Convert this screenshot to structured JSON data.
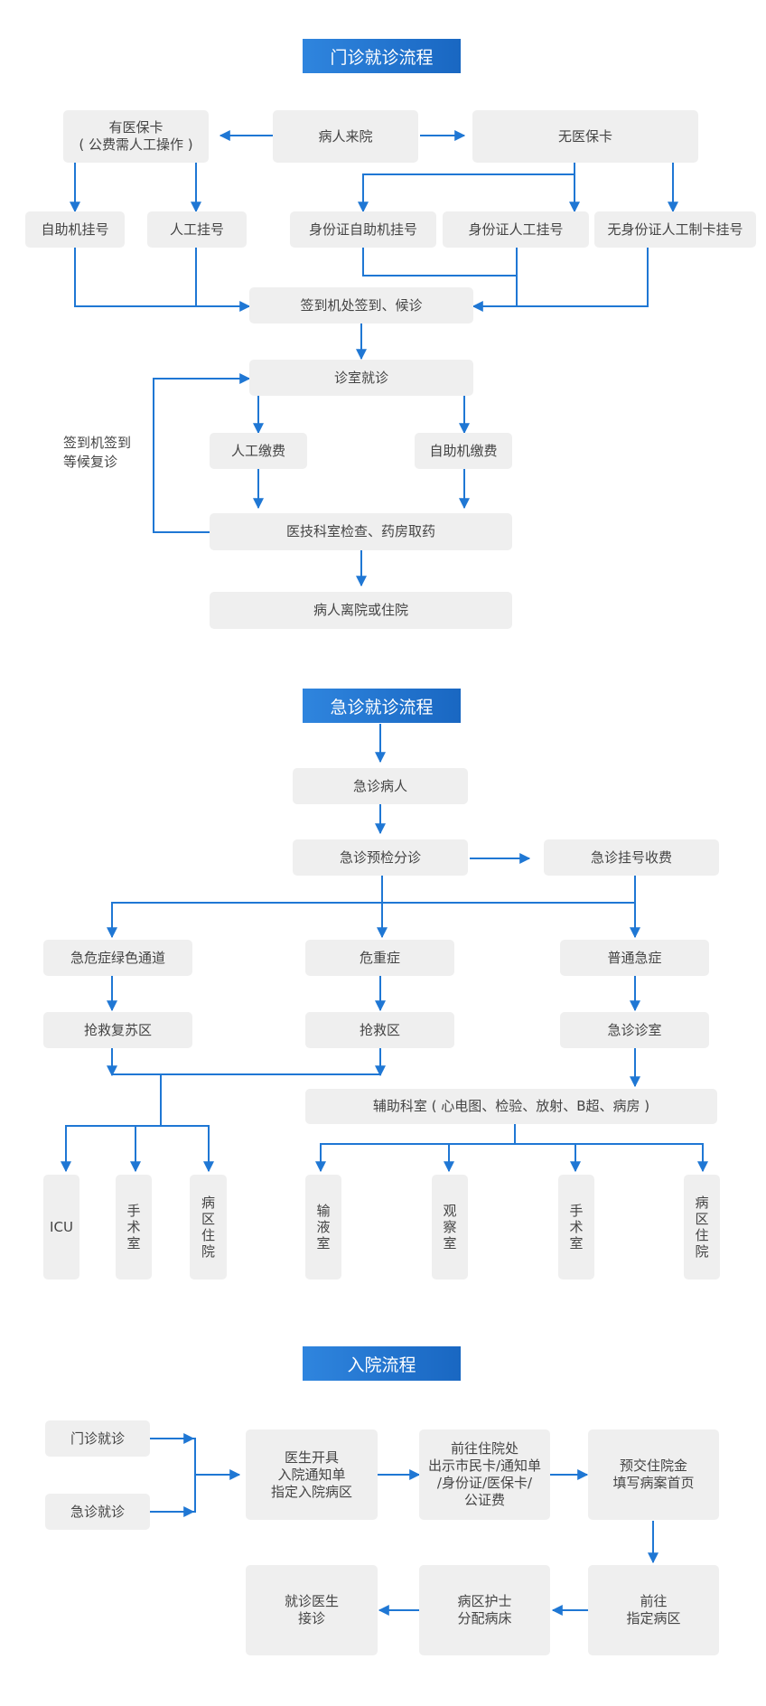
{
  "outpatient": {
    "title": "门诊就诊流程",
    "insured": [
      "有医保卡",
      "( 公费需人工操作 )"
    ],
    "arrive": "病人来院",
    "no_card": "无医保卡",
    "self_reg": "自助机挂号",
    "manual_reg": "人工挂号",
    "id_self_reg": "身份证自助机挂号",
    "id_manual_reg": "身份证人工挂号",
    "no_id_reg": "无身份证人工制卡挂号",
    "checkin": "签到机处签到、候诊",
    "consult": "诊室就诊",
    "manual_pay": "人工缴费",
    "self_pay": "自助机缴费",
    "exam": "医技科室检查、药房取药",
    "leave": "病人离院或住院",
    "revisit_note": [
      "签到机签到",
      "等候复诊"
    ]
  },
  "emergency": {
    "title": "急诊就诊流程",
    "patient": "急诊病人",
    "triage": "急诊预检分诊",
    "reg_fee": "急诊挂号收费",
    "green": "急危症绿色通道",
    "critical": "危重症",
    "general": "普通急症",
    "resus": "抢救复苏区",
    "rescue": "抢救区",
    "er_room": "急诊诊室",
    "aux": "辅助科室 ( 心电图、检验、放射、B超、病房 )",
    "icu": "ICU",
    "surgery1": "手术室",
    "ward1": "病区住院",
    "infusion": "输液室",
    "observe": "观察室",
    "surgery2": "手术室",
    "ward2": "病区住院"
  },
  "admission": {
    "title": "入院流程",
    "outpatient": "门诊就诊",
    "emergency": "急诊就诊",
    "doctor": [
      "医生开具",
      "入院通知单",
      "指定入院病区"
    ],
    "office": [
      "前往住院处",
      "出示市民卡/通知单",
      "/身份证/医保卡/",
      "公证费"
    ],
    "deposit": [
      "预交住院金",
      "填写病案首页"
    ],
    "goto_ward": [
      "前往",
      "指定病区"
    ],
    "nurse": [
      "病区护士",
      "分配病床"
    ],
    "visit": [
      "就诊医生",
      "接诊"
    ]
  },
  "colors": {
    "accent": "#1f77d4",
    "box": "#efefef",
    "text": "#444444"
  }
}
